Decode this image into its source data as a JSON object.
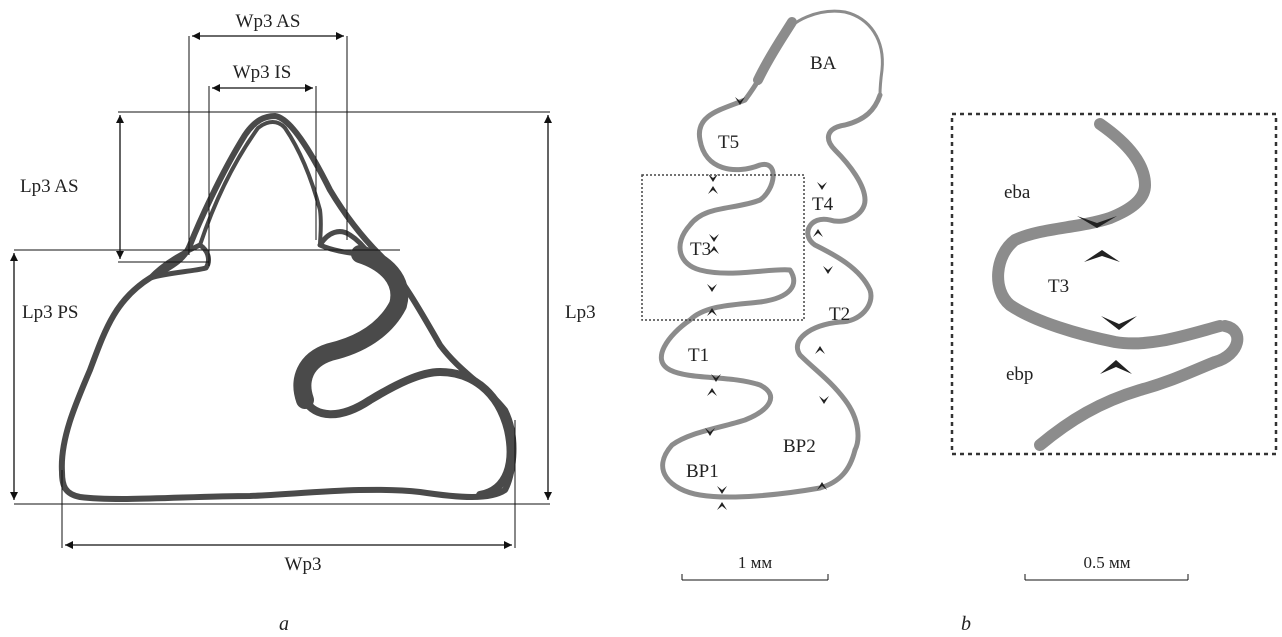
{
  "panels": {
    "a": {
      "letter": "a",
      "labels": {
        "wp3_as": "Wp3 AS",
        "wp3_is": "Wp3 IS",
        "lp3_as": "Lp3 AS",
        "lp3_ps": "Lp3 PS",
        "lp3": "Lp3",
        "wp3": "Wp3"
      },
      "colors": {
        "outline": "#4a4a4a"
      }
    },
    "b": {
      "letter": "b",
      "labels": {
        "ba": "BA",
        "t5": "T5",
        "t4": "T4",
        "t3": "T3",
        "t2": "T2",
        "t1": "T1",
        "bp1": "BP1",
        "bp2": "BP2"
      },
      "inset_labels": {
        "eba": "eba",
        "t3": "T3",
        "ebp": "ebp"
      },
      "scalebar_main": "1 мм",
      "scalebar_inset": "0.5 мм",
      "colors": {
        "fold": "#8c8c8c",
        "marker": "#222222"
      }
    }
  }
}
